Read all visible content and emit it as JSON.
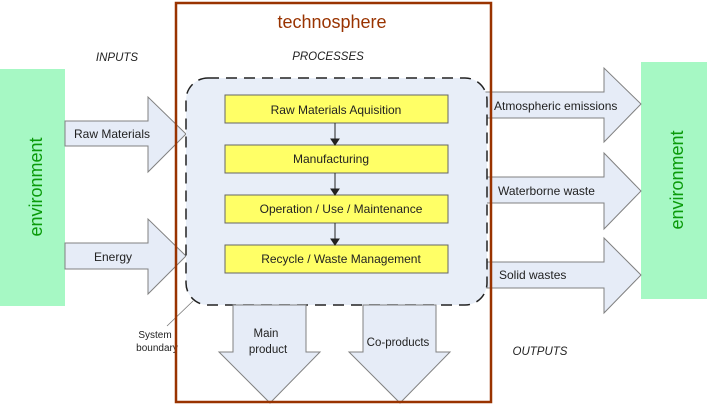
{
  "title": "technosphere",
  "section_labels": {
    "inputs": "INPUTS",
    "processes": "PROCESSES",
    "outputs": "OUTPUTS"
  },
  "environment": {
    "left": "environment",
    "right": "environment"
  },
  "inputs": [
    {
      "label": "Raw Materials"
    },
    {
      "label": "Energy"
    }
  ],
  "processes": [
    {
      "label": "Raw Materials Aquisition"
    },
    {
      "label": "Manufacturing"
    },
    {
      "label": "Operation / Use / Maintenance"
    },
    {
      "label": "Recycle / Waste Management"
    }
  ],
  "outputs_right": [
    {
      "label": "Atmospheric emissions"
    },
    {
      "label": "Waterborne waste"
    },
    {
      "label": "Solid wastes"
    }
  ],
  "outputs_bottom": [
    {
      "label_line1": "Main",
      "label_line2": "product"
    },
    {
      "label_line1": "Co-products",
      "label_line2": ""
    }
  ],
  "system_boundary": {
    "line1": "System",
    "line2": "boundary"
  },
  "colors": {
    "technosphere_border": "#993300",
    "technosphere_title": "#993300",
    "environment_fill": "#A6F8C4",
    "environment_text": "#0A9A0A",
    "process_fill": "#FFFF66",
    "arrow_fill": "#E6ECF7",
    "system_fill": "#E8EEF8"
  }
}
